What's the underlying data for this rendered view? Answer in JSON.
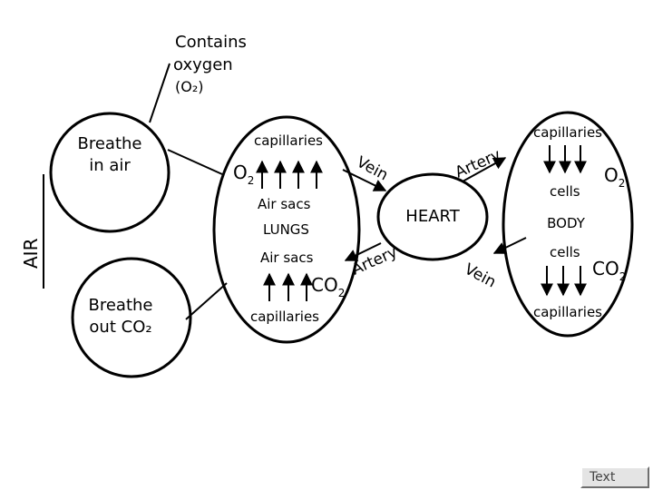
{
  "labels": {
    "contains_line1": "Contains",
    "contains_line2": "oxygen",
    "contains_line3": "(O₂)",
    "breathe_in_line1": "Breathe",
    "breathe_in_line2": "in air",
    "breathe_out_line1": "Breathe",
    "breathe_out_line2": "out CO₂",
    "air_axis": "AIR",
    "lungs": "LUNGS",
    "air_sacs_top": "Air sacs",
    "air_sacs_bottom": "Air sacs",
    "capillaries_lungs_top": "capillaries",
    "capillaries_lungs_bottom": "capillaries",
    "o2_lungs": "O",
    "o2_lungs_sub": "2",
    "co2_lungs": "CO",
    "co2_lungs_sub": "2",
    "vein_top": "Vein",
    "artery_bottom": "Artery",
    "heart": "HEART",
    "artery_top": "Artery",
    "vein_bottom": "Vein",
    "capillaries_body_top": "capillaries",
    "capillaries_body_bottom": "capillaries",
    "cells_top": "cells",
    "cells_bottom": "cells",
    "body": "BODY",
    "o2_body": "O",
    "o2_body_sub": "2",
    "co2_body": "CO",
    "co2_body_sub": "2"
  },
  "button": {
    "text": "Text"
  }
}
